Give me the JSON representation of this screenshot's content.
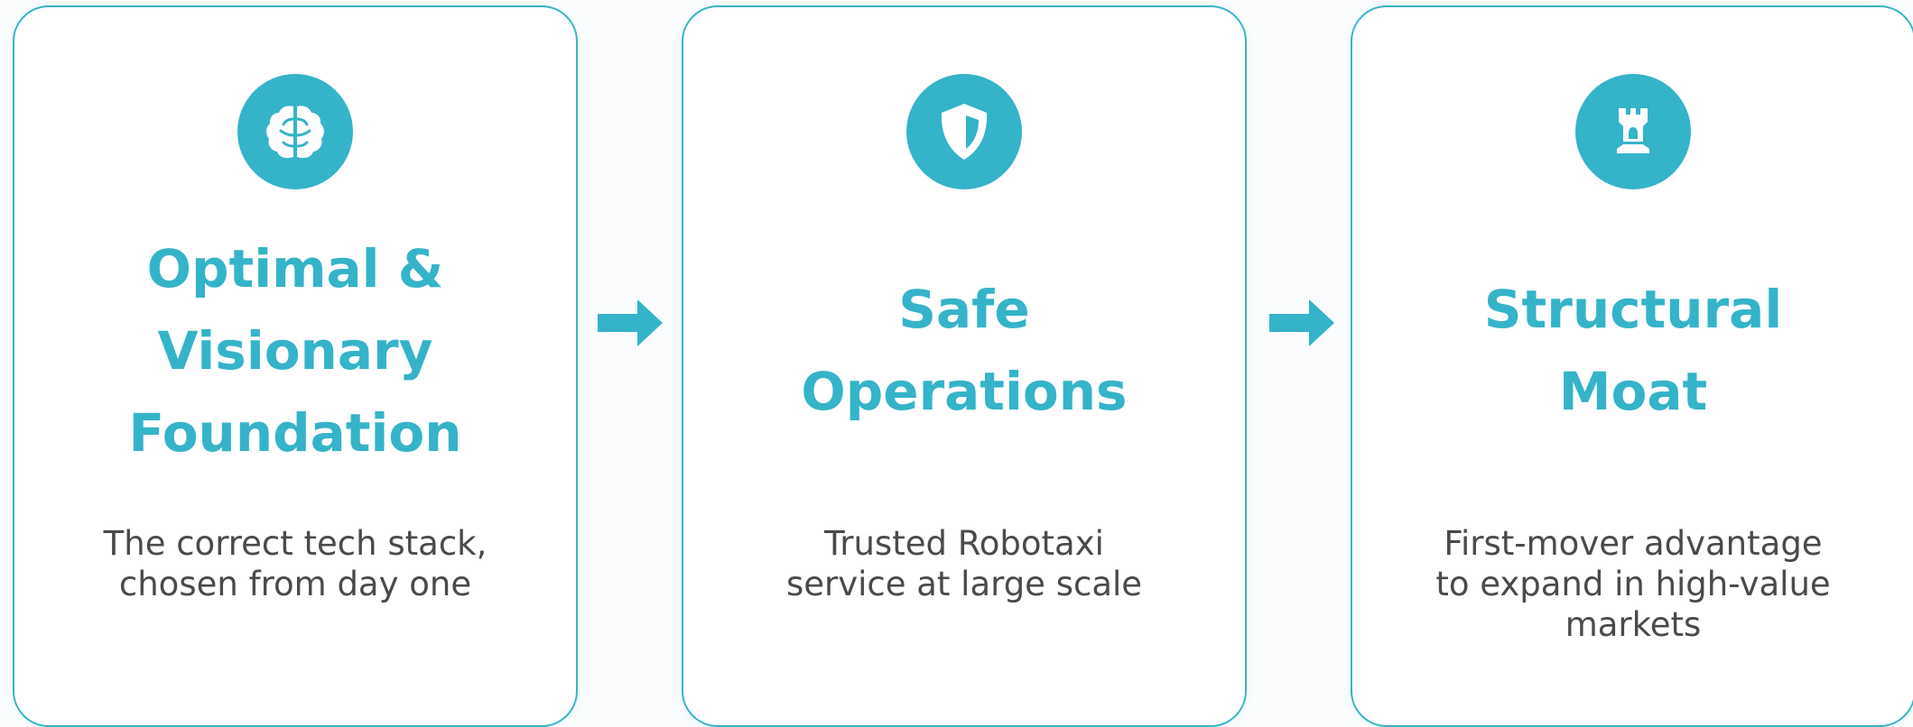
{
  "cards": [
    {
      "icon": "brain-icon",
      "title": "Optimal &\nVisionary\nFoundation",
      "description": "The correct tech stack,\nchosen from day one"
    },
    {
      "icon": "shield-icon",
      "title": "Safe\nOperations",
      "description": "Trusted Robotaxi\nservice at large scale"
    },
    {
      "icon": "chess-rook-icon",
      "title": "Structural\nMoat",
      "description": "First-mover advantage\nto expand in high-value\nmarkets"
    }
  ],
  "arrows": [
    "arrow-right-icon",
    "arrow-right-icon"
  ],
  "colors": {
    "accent": "#35b3c8",
    "text": "#4a4a4a",
    "background": "#fafcfd",
    "card": "#ffffff"
  }
}
